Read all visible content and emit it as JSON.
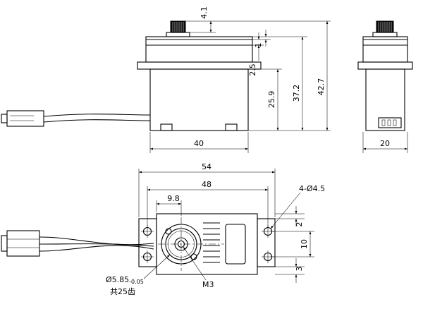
{
  "drawing": {
    "side": {
      "dim_spline_h": "4.1",
      "dim_lip": "1",
      "dim_step": "2.5",
      "dim_lower": "25.9",
      "dim_case": "37.2",
      "dim_total": "42.7",
      "dim_length": "40"
    },
    "end": {
      "dim_width": "20"
    },
    "top": {
      "dim_overall": "54",
      "dim_holes": "48",
      "dim_offset": "9.8",
      "dim_edge_top": "2",
      "dim_pitch": "10",
      "dim_edge_bottom": "3",
      "callout_holes": "4-Ø4.5",
      "callout_spline_dia": "Ø5.85",
      "callout_spline_tol": "-0.05",
      "callout_teeth": "共25齿",
      "callout_screw": "M3"
    }
  }
}
